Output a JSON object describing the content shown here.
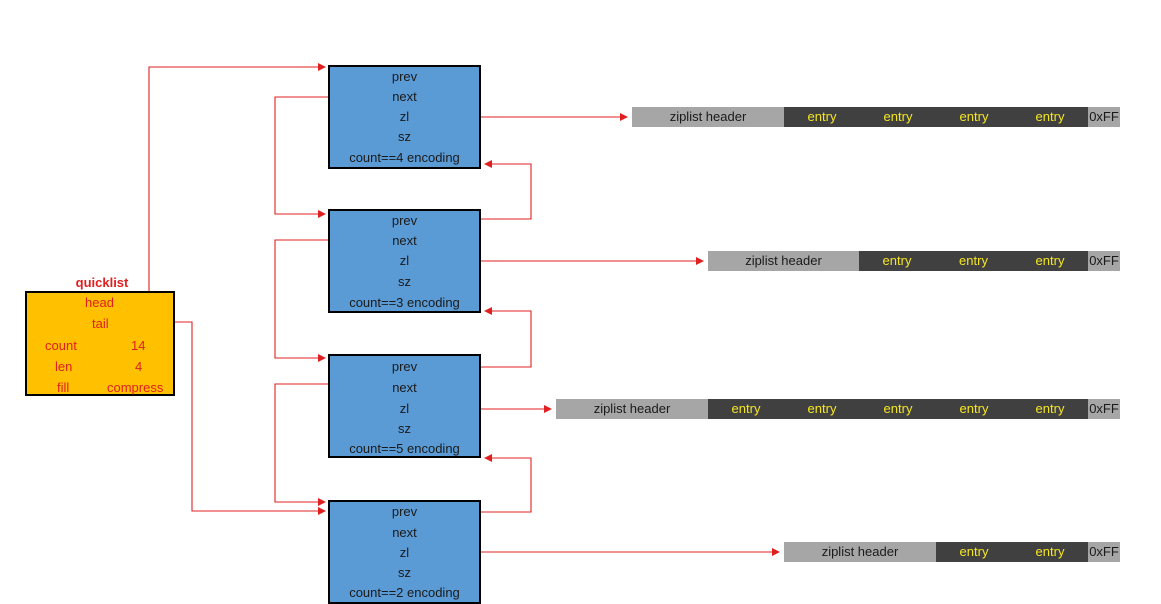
{
  "quicklist": {
    "title": "quicklist",
    "head": "head",
    "tail": "tail",
    "count_label": "count",
    "count_value": "14",
    "len_label": "len",
    "len_value": "4",
    "fill_label": "fill",
    "compress_label": "compress"
  },
  "nodes": [
    {
      "prev": "prev",
      "next": "next",
      "zl": "zl",
      "sz": "sz",
      "footer": "count==4  encoding"
    },
    {
      "prev": "prev",
      "next": "next",
      "zl": "zl",
      "sz": "sz",
      "footer": "count==3  encoding"
    },
    {
      "prev": "prev",
      "next": "next",
      "zl": "zl",
      "sz": "sz",
      "footer": "count==5  encoding"
    },
    {
      "prev": "prev",
      "next": "next",
      "zl": "zl",
      "sz": "sz",
      "footer": "count==2  encoding"
    }
  ],
  "ziplists": [
    {
      "header": "ziplist header",
      "entries": [
        "entry",
        "entry",
        "entry",
        "entry"
      ],
      "end": "0xFF"
    },
    {
      "header": "ziplist header",
      "entries": [
        "entry",
        "entry",
        "entry"
      ],
      "end": "0xFF"
    },
    {
      "header": "ziplist header",
      "entries": [
        "entry",
        "entry",
        "entry",
        "entry",
        "entry"
      ],
      "end": "0xFF"
    },
    {
      "header": "ziplist header",
      "entries": [
        "entry",
        "entry"
      ],
      "end": "0xFF"
    }
  ],
  "colors": {
    "quicklist_fill": "#FFC000",
    "node_fill": "#5B9BD5",
    "arrow": "#E02020",
    "ziplist_header": "#A6A6A6",
    "ziplist_entry": "#404040",
    "entry_text": "#F5E623"
  }
}
